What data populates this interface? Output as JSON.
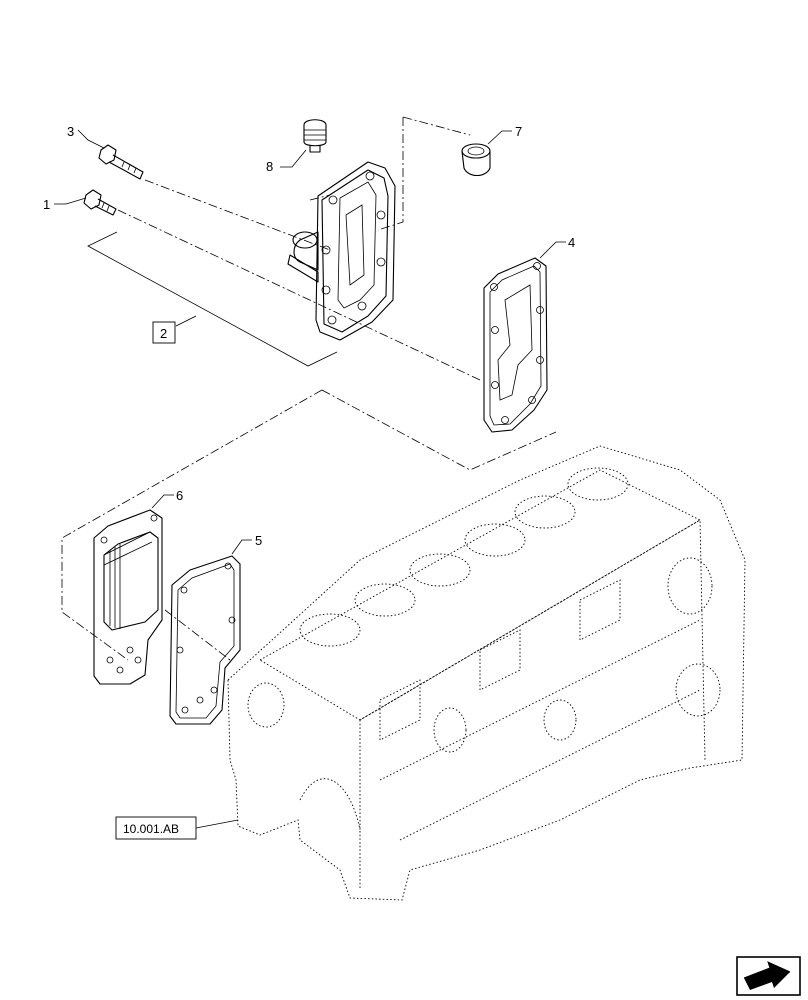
{
  "callouts": [
    {
      "id": "1",
      "label": "1"
    },
    {
      "id": "2",
      "label": "2"
    },
    {
      "id": "3",
      "label": "3"
    },
    {
      "id": "4",
      "label": "4"
    },
    {
      "id": "5",
      "label": "5"
    },
    {
      "id": "6",
      "label": "6"
    },
    {
      "id": "7",
      "label": "7"
    },
    {
      "id": "8",
      "label": "8"
    }
  ],
  "reference": {
    "label": "10.001.AB"
  },
  "nav_icon": "next-page-arrow-icon"
}
